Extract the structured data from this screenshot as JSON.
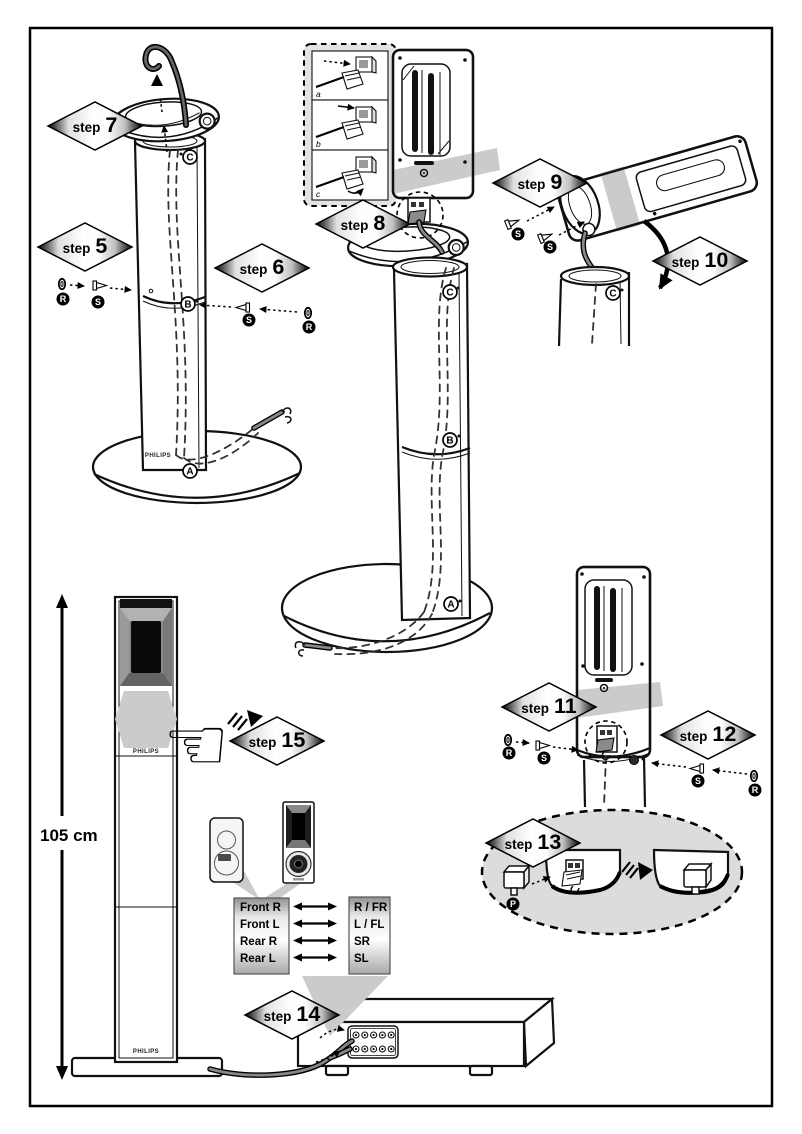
{
  "brand": "PHILIPS",
  "measurement": "105 cm",
  "steps": {
    "s5": {
      "w": "step",
      "n": "5"
    },
    "s6": {
      "w": "step",
      "n": "6"
    },
    "s7": {
      "w": "step",
      "n": "7"
    },
    "s8": {
      "w": "step",
      "n": "8"
    },
    "s9": {
      "w": "step",
      "n": "9"
    },
    "s10": {
      "w": "step",
      "n": "10"
    },
    "s11": {
      "w": "step",
      "n": "11"
    },
    "s12": {
      "w": "step",
      "n": "12"
    },
    "s13": {
      "w": "step",
      "n": "13"
    },
    "s14": {
      "w": "step",
      "n": "14"
    },
    "s15": {
      "w": "step",
      "n": "15"
    }
  },
  "hole_labels": {
    "A": "A",
    "B": "B",
    "C": "C"
  },
  "part_labels": {
    "R": "R",
    "S": "S",
    "P": "P"
  },
  "inset_panel_labels": {
    "a": "a",
    "b": "b",
    "c": "c"
  },
  "wiring_table": {
    "rows": [
      {
        "speaker": "Front R",
        "terminal": "R / FR"
      },
      {
        "speaker": "Front L",
        "terminal": "L / FL"
      },
      {
        "speaker": "Rear R",
        "terminal": "SR"
      },
      {
        "speaker": "Rear L",
        "terminal": "SL"
      }
    ]
  },
  "icons": {
    "pointing_hand": "☜"
  }
}
